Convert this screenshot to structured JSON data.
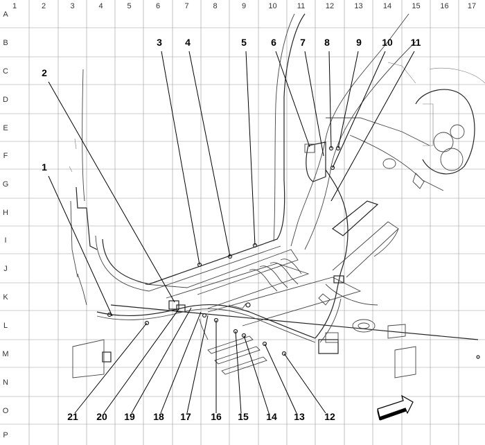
{
  "grid": {
    "columns": [
      "1",
      "2",
      "3",
      "4",
      "5",
      "6",
      "7",
      "8",
      "9",
      "10",
      "11",
      "12",
      "13",
      "14",
      "15",
      "16",
      "17"
    ],
    "rows": [
      "A",
      "B",
      "C",
      "D",
      "E",
      "F",
      "G",
      "H",
      "I",
      "J",
      "K",
      "L",
      "M",
      "N",
      "O",
      "P"
    ]
  },
  "callouts": [
    {
      "id": "1",
      "label": "1"
    },
    {
      "id": "2",
      "label": "2"
    },
    {
      "id": "3",
      "label": "3"
    },
    {
      "id": "4",
      "label": "4"
    },
    {
      "id": "5",
      "label": "5"
    },
    {
      "id": "6",
      "label": "6"
    },
    {
      "id": "7",
      "label": "7"
    },
    {
      "id": "8",
      "label": "8"
    },
    {
      "id": "9",
      "label": "9"
    },
    {
      "id": "10",
      "label": "10"
    },
    {
      "id": "11",
      "label": "11"
    },
    {
      "id": "12",
      "label": "12"
    },
    {
      "id": "13",
      "label": "13"
    },
    {
      "id": "14",
      "label": "14"
    },
    {
      "id": "15",
      "label": "15"
    },
    {
      "id": "16",
      "label": "16"
    },
    {
      "id": "17",
      "label": "17"
    },
    {
      "id": "18",
      "label": "18"
    },
    {
      "id": "19",
      "label": "19"
    },
    {
      "id": "20",
      "label": "20"
    },
    {
      "id": "21",
      "label": "21"
    }
  ],
  "icons": {
    "direction": "front-direction-arrow-icon"
  }
}
